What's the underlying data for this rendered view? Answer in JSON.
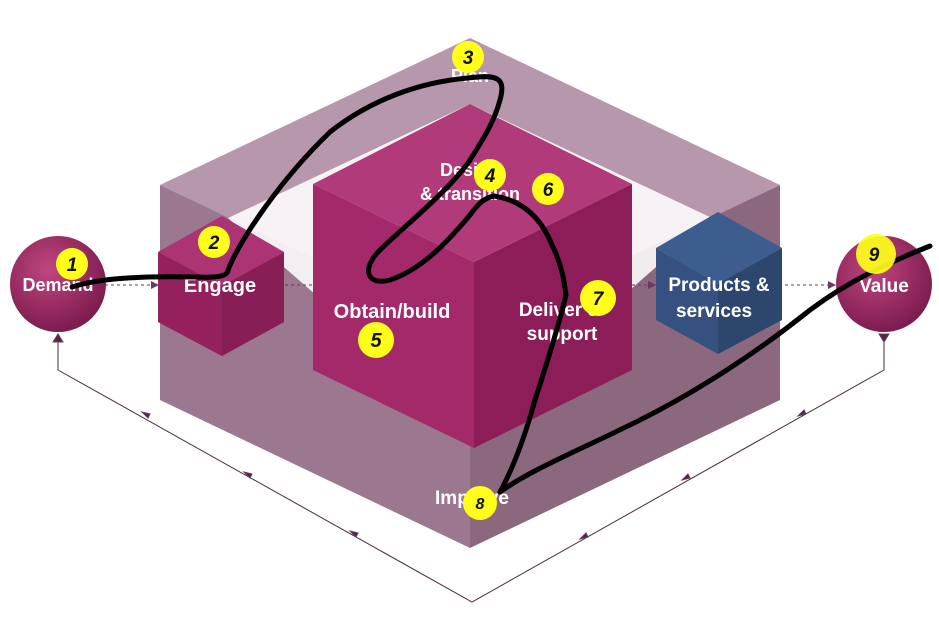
{
  "colors": {
    "frame": "#9a7890",
    "frame_dark": "#8a6680",
    "cube_light": "#a3296a",
    "cube_dark": "#8c1d58",
    "cube_top": "#b13b7a",
    "blue_front": "#35517f",
    "blue_top": "#3e5d8f",
    "ink": "#000000",
    "marker": "#ffff1a",
    "arrow": "#6b3a5e"
  },
  "nodes": {
    "demand": "Demand",
    "engage": "Engage",
    "plan": "Plan",
    "design_line1": "Design",
    "design_line2": "& transition",
    "obtain": "Obtain/build",
    "deliver_line1": "Deliver &",
    "deliver_line2": "support",
    "products_line1": "Products &",
    "products_line2": "services",
    "value": "Value",
    "improve": "Improve"
  },
  "markers": [
    "1",
    "2",
    "3",
    "4",
    "5",
    "6",
    "7",
    "8",
    "9"
  ]
}
